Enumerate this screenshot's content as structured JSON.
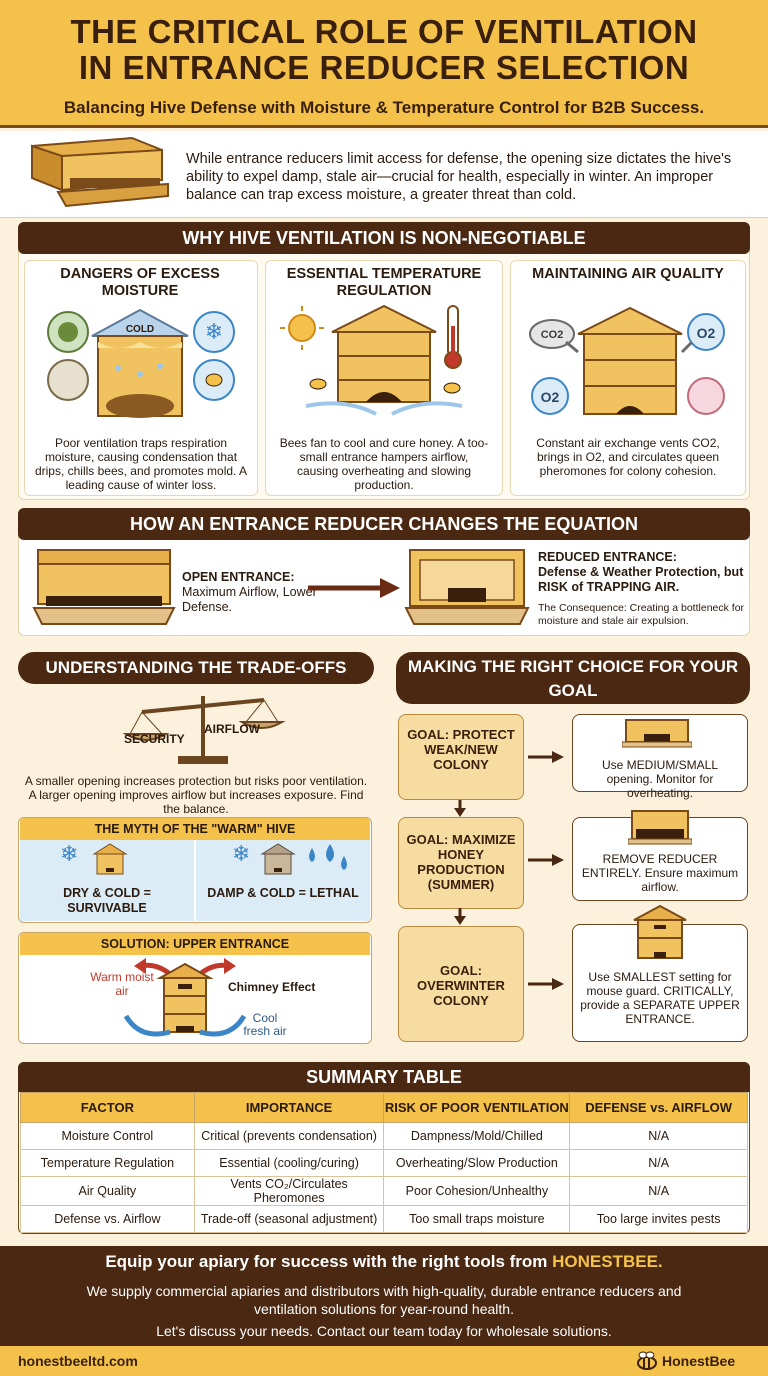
{
  "header": {
    "title_line1": "THE CRITICAL ROLE OF VENTILATION",
    "title_line2": "IN ENTRANCE REDUCER SELECTION",
    "subtitle": "Balancing Hive Defense with Moisture & Temperature Control for B2B Success."
  },
  "intro": {
    "text": "While entrance reducers limit access for defense, the opening size dictates the hive's ability to expel damp, stale air—crucial for health, especially in winter. An improper balance can trap excess moisture, a greater threat than cold."
  },
  "why_section": {
    "banner": "WHY HIVE VENTILATION IS NON-NEGOTIABLE",
    "cards": [
      {
        "title": "DANGERS OF EXCESS MOISTURE",
        "cold_label": "COLD",
        "text": "Poor ventilation traps respiration moisture, causing condensation that drips, chills bees, and promotes mold. A leading cause of winter loss."
      },
      {
        "title": "ESSENTIAL TEMPERATURE REGULATION",
        "text": "Bees fan to cool and cure honey. A too-small entrance hampers airflow, causing overheating and slowing production."
      },
      {
        "title": "MAINTAINING AIR QUALITY",
        "co2_label": "CO2",
        "o2_label": "O2",
        "text": "Constant air exchange vents CO2, brings in O2, and circulates queen pheromones for colony cohesion."
      }
    ]
  },
  "reducer_section": {
    "banner": "HOW AN ENTRANCE REDUCER CHANGES THE EQUATION",
    "open_title": "OPEN ENTRANCE:",
    "open_text": "Maximum Airflow, Lower Defense.",
    "reduced_title": "REDUCED ENTRANCE:",
    "reduced_text": "Defense & Weather Protection, but RISK of TRAPPING AIR.",
    "consequence": "The Consequence: Creating a bottleneck for moisture and stale air expulsion."
  },
  "tradeoffs": {
    "banner": "UNDERSTANDING THE TRADE-OFFS",
    "security_label": "SECURITY",
    "airflow_label": "AIRFLOW",
    "text": "A smaller opening increases protection but risks poor ventilation. A larger opening improves airflow but increases exposure. Find the balance.",
    "myth_title": "THE MYTH OF THE \"WARM\" HIVE",
    "dry_label": "DRY & COLD = SURVIVABLE",
    "damp_label": "DAMP & COLD = LETHAL",
    "solution_title": "SOLUTION: UPPER ENTRANCE",
    "warm_label": "Warm moist air",
    "chimney_label": "Chimney Effect",
    "cool_label": "Cool fresh air"
  },
  "choice": {
    "banner": "MAKING THE RIGHT CHOICE FOR YOUR GOAL",
    "goals": [
      {
        "goal": "GOAL: PROTECT WEAK/NEW COLONY",
        "result": "Use MEDIUM/SMALL opening. Monitor for overheating."
      },
      {
        "goal": "GOAL: MAXIMIZE HONEY PRODUCTION (SUMMER)",
        "result": "REMOVE REDUCER ENTIRELY. Ensure maximum airflow."
      },
      {
        "goal": "GOAL: OVERWINTER COLONY",
        "result": "Use SMALLEST setting for mouse guard. CRITICALLY, provide a SEPARATE UPPER ENTRANCE."
      }
    ]
  },
  "summary": {
    "banner": "SUMMARY TABLE",
    "headers": [
      "FACTOR",
      "IMPORTANCE",
      "RISK OF POOR VENTILATION",
      "DEFENSE vs. AIRFLOW"
    ],
    "rows": [
      [
        "Moisture Control",
        "Critical (prevents condensation)",
        "Dampness/Mold/Chilled",
        "N/A"
      ],
      [
        "Temperature Regulation",
        "Essential (cooling/curing)",
        "Overheating/Slow Production",
        "N/A"
      ],
      [
        "Air Quality",
        "Vents CO₂/Circulates Pheromones",
        "Poor Cohesion/Unhealthy",
        "N/A"
      ],
      [
        "Defense vs. Airflow",
        "Trade-off (seasonal adjustment)",
        "Too small traps moisture",
        "Too large invites pests"
      ]
    ]
  },
  "footer": {
    "headline_prefix": "Equip your apiary for success with the right tools from ",
    "brand_highlight": "HONESTBEE.",
    "line2": "We supply commercial apiaries and distributors with high-quality, durable entrance reducers and ventilation solutions for year-round health.",
    "line3": "Let's discuss your needs. Contact our team today for wholesale solutions.",
    "website": "honestbeeltd.com",
    "logo_text": "HonestBee"
  },
  "colors": {
    "brand_yellow": "#f4c24a",
    "dark_brown": "#4a2812",
    "cream": "#fbf1dc",
    "danger_red": "#c0392b",
    "cool_blue": "#3a86c8"
  }
}
